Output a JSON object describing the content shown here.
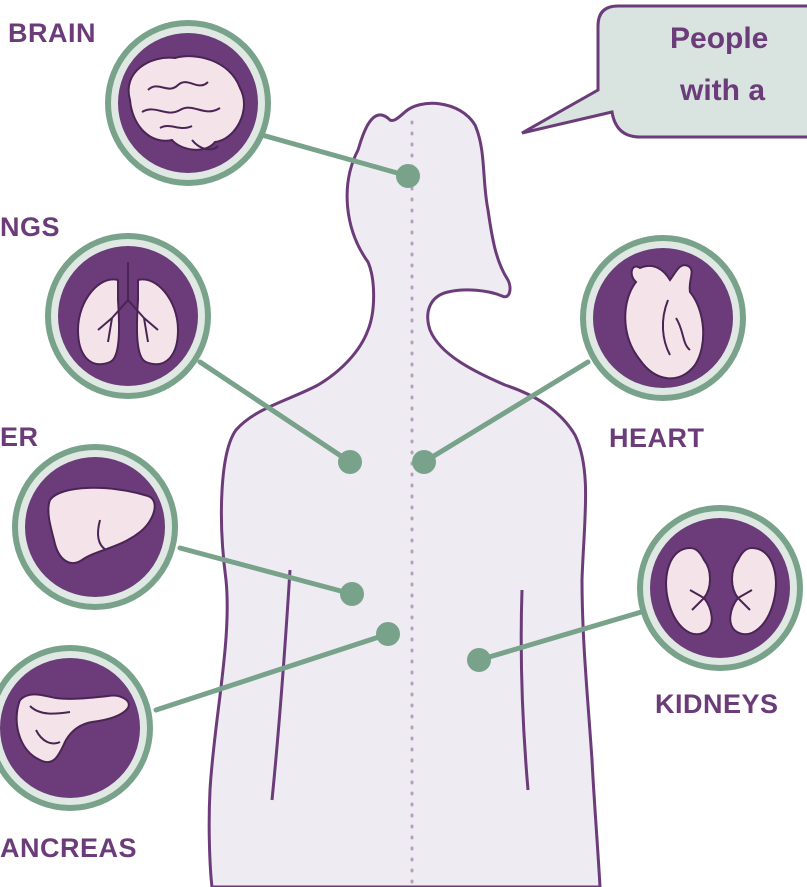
{
  "labels": {
    "brain": "BRAIN",
    "lungs": "NGS",
    "liver": "ER",
    "heart": "HEART",
    "kidneys": "KIDNEYS",
    "pancreas": "ANCREAS"
  },
  "bubble": {
    "line1": "People",
    "line2": "with a"
  },
  "icons": [
    "brain-icon",
    "lungs-icon",
    "liver-icon",
    "heart-icon",
    "kidneys-icon",
    "pancreas-icon"
  ],
  "colors": {
    "purple": "#6b3c79",
    "green": "#79a28a",
    "body_fill": "#eeecf2",
    "bubble_fill": "#d9e3df",
    "organ_fill": "#f4e4ea"
  }
}
